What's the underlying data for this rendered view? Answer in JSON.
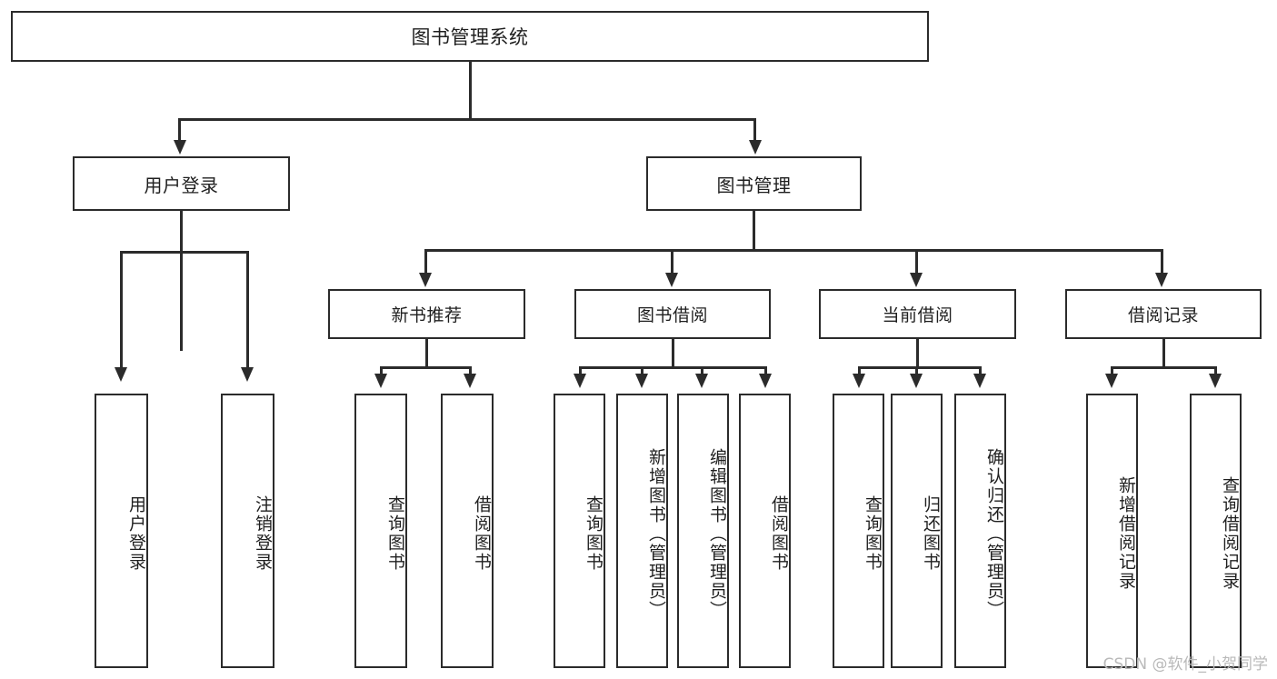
{
  "diagram": {
    "type": "tree-hierarchy-chart",
    "title": "图书管理系统",
    "watermark": "CSDN @软件_小贺同学",
    "colors": {
      "box_border": "#2b2b2b",
      "box_fill": "#ffffff",
      "text": "#1f1f1f",
      "watermark": "#b9b9b9",
      "background": "#ffffff"
    },
    "root": {
      "label": "图书管理系统"
    },
    "level2": [
      {
        "label": "用户登录"
      },
      {
        "label": "图书管理"
      }
    ],
    "level3": [
      {
        "label": "新书推荐"
      },
      {
        "label": "图书借阅"
      },
      {
        "label": "当前借阅"
      },
      {
        "label": "借阅记录"
      }
    ],
    "leaves": {
      "user_login": [
        {
          "label": "用户登录"
        },
        {
          "label": "注销登录"
        }
      ],
      "new_book_recommend": [
        {
          "label": "查询图书"
        },
        {
          "label": "借阅图书"
        }
      ],
      "book_borrow": [
        {
          "label": "查询图书"
        },
        {
          "label": "新增图书（管理员）"
        },
        {
          "label": "编辑图书（管理员）"
        },
        {
          "label": "借阅图书"
        }
      ],
      "current_borrow": [
        {
          "label": "查询图书"
        },
        {
          "label": "归还图书"
        },
        {
          "label": "确认归还（管理员）"
        }
      ],
      "borrow_record": [
        {
          "label": "新增借阅记录"
        },
        {
          "label": "查询借阅记录"
        }
      ]
    }
  }
}
